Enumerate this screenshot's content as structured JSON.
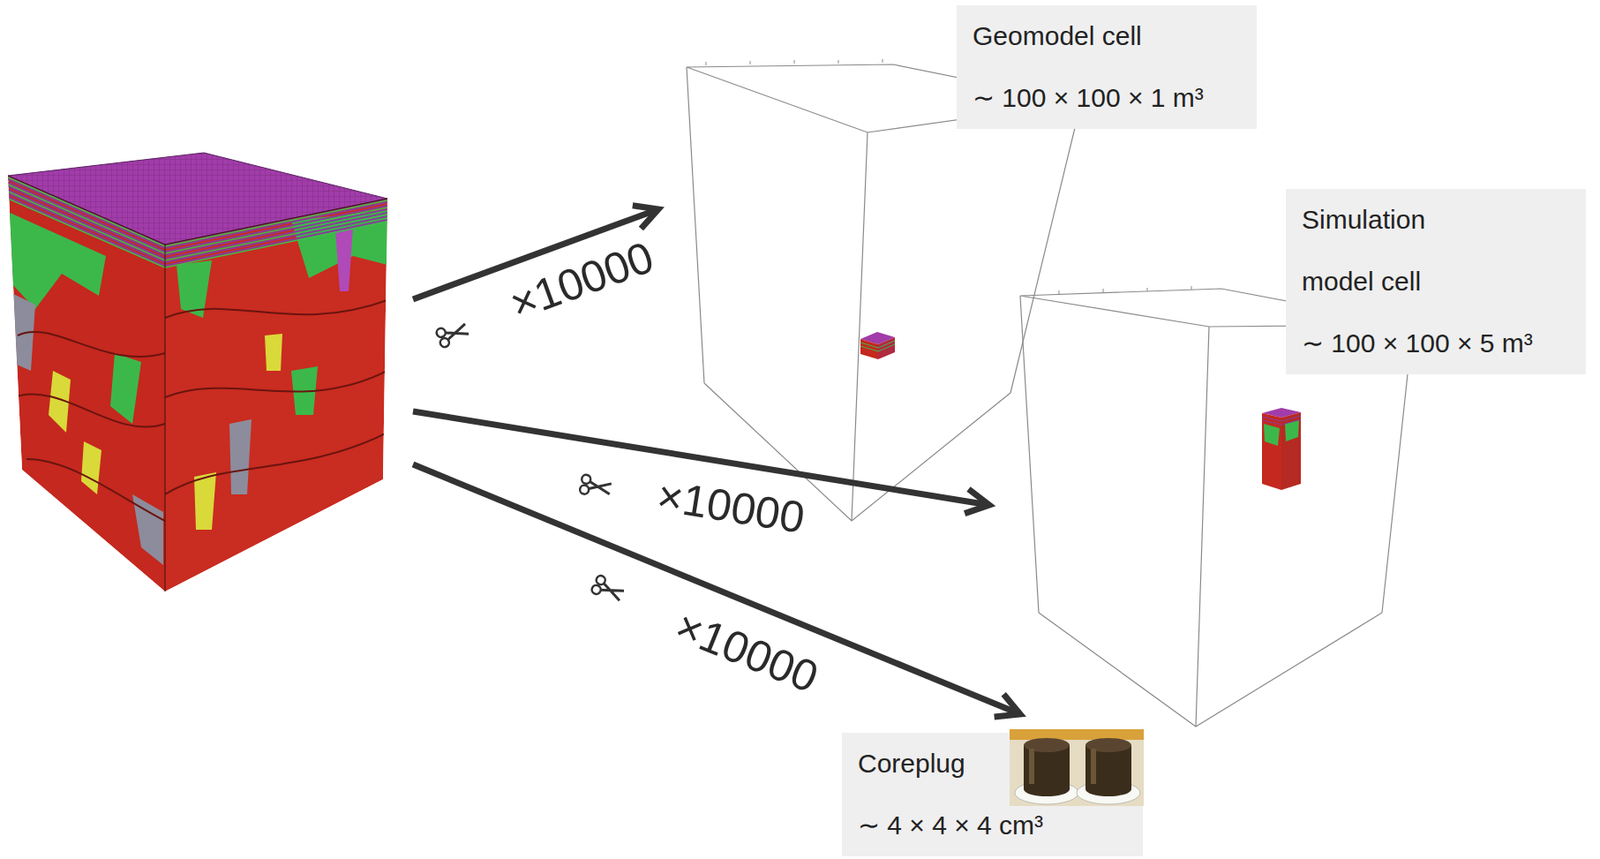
{
  "diagram": {
    "nodes": [
      {
        "text": [
          "Geomodel cell",
          "∼ 100 × 100 × 1 m³"
        ]
      },
      {
        "text": [
          "Simulation model cell",
          "∼ 100 × 100 × 5 m³"
        ]
      },
      {
        "text": [
          "Coreplug",
          "∼ 4 × 4 × 4 cm³"
        ]
      }
    ],
    "labels": [
      "×10000",
      "×10000",
      "×10000"
    ]
  }
}
